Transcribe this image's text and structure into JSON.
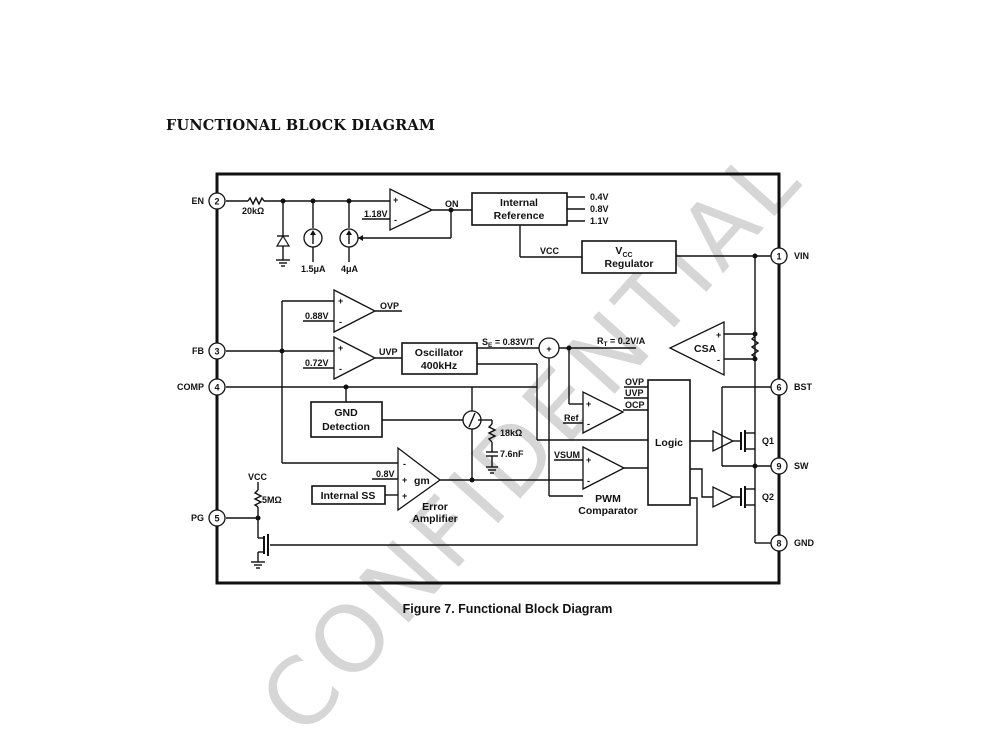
{
  "heading": "FUNCTIONAL BLOCK DIAGRAM",
  "caption": "Figure 7. Functional Block Diagram",
  "watermark": "CONFIDENTIAL",
  "pins": {
    "en": {
      "num": "2",
      "name": "EN"
    },
    "fb": {
      "num": "3",
      "name": "FB"
    },
    "comp": {
      "num": "4",
      "name": "COMP"
    },
    "pg": {
      "num": "5",
      "name": "PG"
    },
    "vin": {
      "num": "1",
      "name": "VIN"
    },
    "bst": {
      "num": "6",
      "name": "BST"
    },
    "sw": {
      "num": "9",
      "name": "SW"
    },
    "gnd": {
      "num": "8",
      "name": "GND"
    }
  },
  "blocks": {
    "internal_reference": [
      "Internal",
      "Reference"
    ],
    "vcc_regulator": [
      "V",
      "CC",
      "Regulator"
    ],
    "oscillator": [
      "Oscillator",
      "400kHz"
    ],
    "gnd_detection": [
      "GND",
      "Detection"
    ],
    "internal_ss": "Internal SS",
    "logic": "Logic",
    "csa": "CSA",
    "gm": "gm",
    "error_amplifier": [
      "Error",
      "Amplifier"
    ],
    "pwm_comparator": [
      "PWM",
      "Comparator"
    ]
  },
  "labels": {
    "r_en": "20kΩ",
    "i1": "1.5μA",
    "i2": "4μA",
    "ref_en": "1.18V",
    "on": "ON",
    "ref_outputs": [
      "0.4V",
      "0.8V",
      "1.1V"
    ],
    "vcc": "VCC",
    "ovp_ref": "0.88V",
    "uvp_ref": "0.72V",
    "ovp": "OVP",
    "uvp": "UVP",
    "ocp": "OCP",
    "se": "S",
    "se_sub": "E",
    "se_val": " = 0.83V/T",
    "rt": "R",
    "rt_sub": "T",
    "rt_val": " = 0.2V/A",
    "ref": "Ref",
    "vsum": "VSUM",
    "r_comp": "18kΩ",
    "c_comp": "7.6nF",
    "ea_ref": "0.8V",
    "pg_vcc": "VCC",
    "r_pg": "5MΩ",
    "q1": "Q1",
    "q2": "Q2",
    "plus": "+",
    "minus": "-"
  }
}
